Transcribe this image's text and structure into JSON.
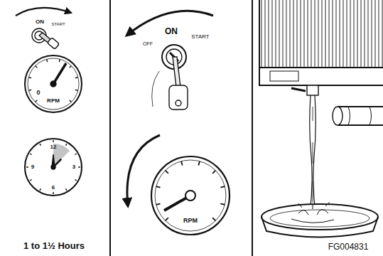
{
  "diagram": {
    "labels": [
      "ON",
      "START",
      "0",
      "RPM",
      "12",
      "3",
      "6",
      "9",
      "1 to 1½ Hours",
      "OFF",
      "ON",
      "START",
      "RPM",
      "FG004831"
    ]
  }
}
